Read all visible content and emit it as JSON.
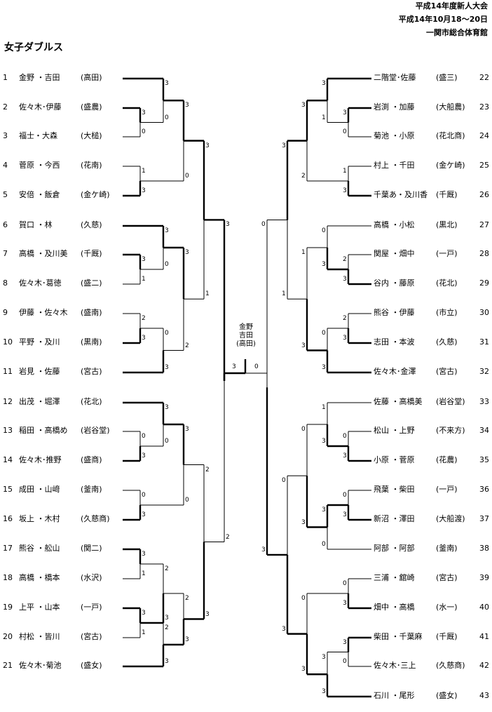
{
  "header": {
    "line1": "平成14年度新人大会",
    "line2": "平成14年10月18～20日",
    "line3": "一関市総合体育館"
  },
  "title": "女子ダブルス",
  "winner": {
    "line1": "金野",
    "line2": "吉田",
    "line3": "(高田)"
  },
  "final_scores": {
    "left": "3",
    "right": "0"
  },
  "left_players": [
    {
      "no": "1",
      "names": "金野 ・吉田",
      "school": "(高田)"
    },
    {
      "no": "2",
      "names": "佐々木･伊藤",
      "school": "(盛農)"
    },
    {
      "no": "3",
      "names": "福士・大森",
      "school": "(大槌)"
    },
    {
      "no": "4",
      "names": "菅原 ・今西",
      "school": "(花南)"
    },
    {
      "no": "5",
      "names": "安倍 ・飯倉",
      "school": "(金ケ崎)"
    },
    {
      "no": "6",
      "names": "賀口 ・林",
      "school": "(久慈)"
    },
    {
      "no": "7",
      "names": "高橋 ・及川美",
      "school": "(千厩)"
    },
    {
      "no": "8",
      "names": "佐々木･葛徳",
      "school": "(盛二)"
    },
    {
      "no": "9",
      "names": "伊藤 ・佐々木",
      "school": "(盛南)"
    },
    {
      "no": "10",
      "names": "平野 ・及川",
      "school": "(黒南)"
    },
    {
      "no": "11",
      "names": "岩見 ・佐藤",
      "school": "(宮古)"
    },
    {
      "no": "12",
      "names": "出茂 ・堀澤",
      "school": "(花北)"
    },
    {
      "no": "13",
      "names": "稲田 ・高橋め",
      "school": "(岩谷堂)"
    },
    {
      "no": "14",
      "names": "佐々木･推野",
      "school": "(盛商)"
    },
    {
      "no": "15",
      "names": "成田 ・山﨑",
      "school": "(釜南)"
    },
    {
      "no": "16",
      "names": "坂上 ・木村",
      "school": "(久慈商)"
    },
    {
      "no": "17",
      "names": "熊谷 ・舩山",
      "school": "(関二)"
    },
    {
      "no": "18",
      "names": "高橋 ・橋本",
      "school": "(水沢)"
    },
    {
      "no": "19",
      "names": "上平 ・山本",
      "school": "(一戸)"
    },
    {
      "no": "20",
      "names": "村松 ・皆川",
      "school": "(宮古)"
    },
    {
      "no": "21",
      "names": "佐々木･菊池",
      "school": "(盛女)"
    }
  ],
  "right_players": [
    {
      "no": "22",
      "names": "二階堂･佐藤",
      "school": "(盛三)"
    },
    {
      "no": "23",
      "names": "岩渕 ・加藤",
      "school": "(大船農)"
    },
    {
      "no": "24",
      "names": "菊池 ・小原",
      "school": "(花北商)"
    },
    {
      "no": "25",
      "names": "村上 ・千田",
      "school": "(金ケ崎)"
    },
    {
      "no": "26",
      "names": "千葉あ・及川香",
      "school": "(千厩)"
    },
    {
      "no": "27",
      "names": "高橋 ・小松",
      "school": "(黒北)"
    },
    {
      "no": "28",
      "names": "関屋 ・畑中",
      "school": "(一戸)"
    },
    {
      "no": "29",
      "names": "谷内 ・藤原",
      "school": "(花北)"
    },
    {
      "no": "30",
      "names": "熊谷 ・伊藤",
      "school": "(市立)"
    },
    {
      "no": "31",
      "names": "志田 ・本波",
      "school": "(久慈)"
    },
    {
      "no": "32",
      "names": "佐々木･金澤",
      "school": "(宮古)"
    },
    {
      "no": "33",
      "names": "佐藤 ・高橋美",
      "school": "(岩谷堂)"
    },
    {
      "no": "34",
      "names": "松山 ・上野",
      "school": "(不来方)"
    },
    {
      "no": "35",
      "names": "小原 ・菅原",
      "school": "(花農)"
    },
    {
      "no": "36",
      "names": "飛葉 ・柴田",
      "school": "(一戸)"
    },
    {
      "no": "37",
      "names": "新沼 ・澤田",
      "school": "(大船渡)"
    },
    {
      "no": "38",
      "names": "阿部 ・阿部",
      "school": "(釜南)"
    },
    {
      "no": "39",
      "names": "三浦 ・舘崎",
      "school": "(宮古)"
    },
    {
      "no": "40",
      "names": "畑中 ・高橋",
      "school": "(水一)"
    },
    {
      "no": "41",
      "names": "柴田 ・千葉麻",
      "school": "(千厩)"
    },
    {
      "no": "42",
      "names": "佐々木･三上",
      "school": "(久慈商)"
    },
    {
      "no": "43",
      "names": "石川 ・尾形",
      "school": "(盛女)"
    }
  ],
  "left_matches": [
    {
      "a": "2",
      "b": "3",
      "sa": "3",
      "sb": "0",
      "w": "a"
    },
    {
      "a": "7",
      "b": "8",
      "sa": "3",
      "sb": "1",
      "w": "a"
    },
    {
      "a": "9",
      "b": "10",
      "sa": "2",
      "sb": "3",
      "w": "b"
    },
    {
      "a": "13",
      "b": "14",
      "sa": "0",
      "sb": "3",
      "w": "b"
    },
    {
      "a": "17",
      "b": "18",
      "sa": "3",
      "sb": "1",
      "w": "a"
    },
    {
      "a": "19",
      "b": "20",
      "sa": "3",
      "sb": "1",
      "w": "a"
    },
    {
      "a": "1",
      "b": "m0",
      "sa": "3",
      "sb": "0",
      "w": "a"
    },
    {
      "a": "4",
      "b": "5",
      "sa": "1",
      "sb": "3",
      "w": "b"
    },
    {
      "a": "6",
      "b": "m1",
      "sa": "3",
      "sb": "0",
      "w": "a"
    },
    {
      "a": "m2",
      "b": "11",
      "sa": "0",
      "sb": "3",
      "w": "b"
    },
    {
      "a": "12",
      "b": "m3",
      "sa": "3",
      "sb": "0",
      "w": "a"
    },
    {
      "a": "15",
      "b": "16",
      "sa": "0",
      "sb": "3",
      "w": "b"
    },
    {
      "a": "m4",
      "b": "m5",
      "sa": "2",
      "sb": "3",
      "w": "b"
    },
    {
      "a": "m5",
      "b": "21",
      "sa": "2",
      "sb": "3",
      "w": "b"
    },
    {
      "a": "m6",
      "b": "m7",
      "sa": "3",
      "sb": "0",
      "w": "a"
    },
    {
      "a": "m8",
      "b": "m9",
      "sa": "3",
      "sb": "2",
      "w": "a"
    },
    {
      "a": "m10",
      "b": "m11",
      "sa": "3",
      "sb": "0",
      "w": "a"
    },
    {
      "a": "m12",
      "b": "m13",
      "sa": "2",
      "sb": "3",
      "w": "b"
    },
    {
      "a": "m14",
      "b": "m15",
      "sa": "3",
      "sb": "1",
      "w": "a"
    },
    {
      "a": "m16",
      "b": "m17",
      "sa": "2",
      "sb": "3",
      "w": "b"
    },
    {
      "a": "m18",
      "b": "m19",
      "sa": "3",
      "sb": "2",
      "w": "a"
    }
  ],
  "right_matches": [
    {
      "a": "23",
      "b": "24",
      "sa": "3",
      "sb": "0",
      "w": "a"
    },
    {
      "a": "28",
      "b": "29",
      "sa": "2",
      "sb": "3",
      "w": "b"
    },
    {
      "a": "30",
      "b": "31",
      "sa": "2",
      "sb": "3",
      "w": "b"
    },
    {
      "a": "34",
      "b": "35",
      "sa": "0",
      "sb": "3",
      "w": "b"
    },
    {
      "a": "36",
      "b": "37",
      "sa": "0",
      "sb": "3",
      "w": "b"
    },
    {
      "a": "41",
      "b": "42",
      "sa": "3",
      "sb": "0",
      "w": "a"
    },
    {
      "a": "22",
      "b": "m0",
      "sa": "3",
      "sb": "1",
      "w": "a"
    },
    {
      "a": "25",
      "b": "26",
      "sa": "1",
      "sb": "3",
      "w": "b"
    },
    {
      "a": "27",
      "b": "m1",
      "sa": "0",
      "sb": "3",
      "w": "b"
    },
    {
      "a": "m2",
      "b": "32",
      "sa": "0",
      "sb": "3",
      "w": "b"
    },
    {
      "a": "33",
      "b": "m3",
      "sa": "1",
      "sb": "3",
      "w": "b"
    },
    {
      "a": "m4",
      "b": "38",
      "sa": "3",
      "sb": "0",
      "w": "a"
    },
    {
      "a": "39",
      "b": "40",
      "sa": "0",
      "sb": "3",
      "w": "b"
    },
    {
      "a": "m5",
      "b": "43",
      "sa": "3",
      "sb": "3",
      "w": "b"
    },
    {
      "a": "m6",
      "b": "m7",
      "sa": "3",
      "sb": "2",
      "w": "a"
    },
    {
      "a": "m8",
      "b": "m9",
      "sa": "1",
      "sb": "3",
      "w": "b"
    },
    {
      "a": "m10",
      "b": "m11",
      "sa": "0",
      "sb": "3",
      "w": "b"
    },
    {
      "a": "m12",
      "b": "m13",
      "sa": "0",
      "sb": "3",
      "w": "b"
    },
    {
      "a": "m14",
      "b": "m15",
      "sa": "3",
      "sb": "1",
      "w": "a"
    },
    {
      "a": "m16",
      "b": "m17",
      "sa": "0",
      "sb": "3",
      "w": "b"
    },
    {
      "a": "m18",
      "b": "m19",
      "sa": "0",
      "sb": "3",
      "w": "b"
    }
  ]
}
